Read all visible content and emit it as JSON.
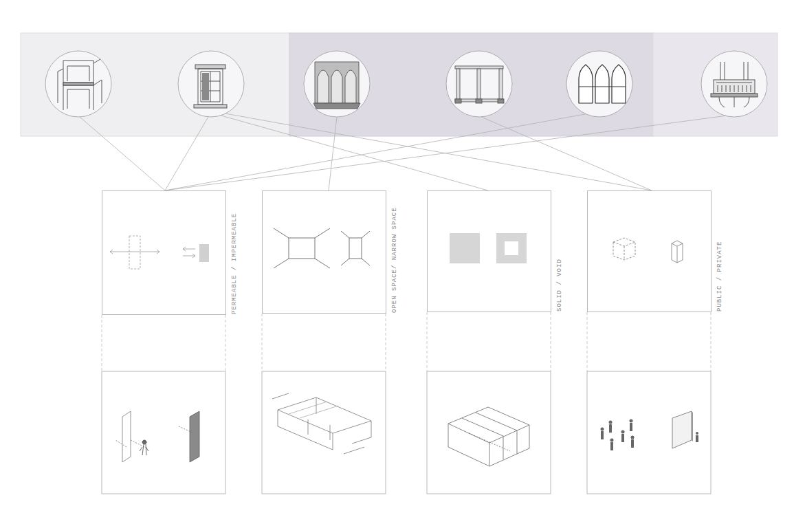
{
  "diagram": {
    "nodes": [
      {
        "text": [
          "PERMEABLE / IMPERMEABLE"
        ]
      },
      {
        "text": [
          "OPEN SPACE/ NARROW SPACE"
        ]
      },
      {
        "text": [
          "SOLID / VOID"
        ]
      },
      {
        "text": [
          "PUBLIC / PRIVATE"
        ]
      }
    ]
  }
}
